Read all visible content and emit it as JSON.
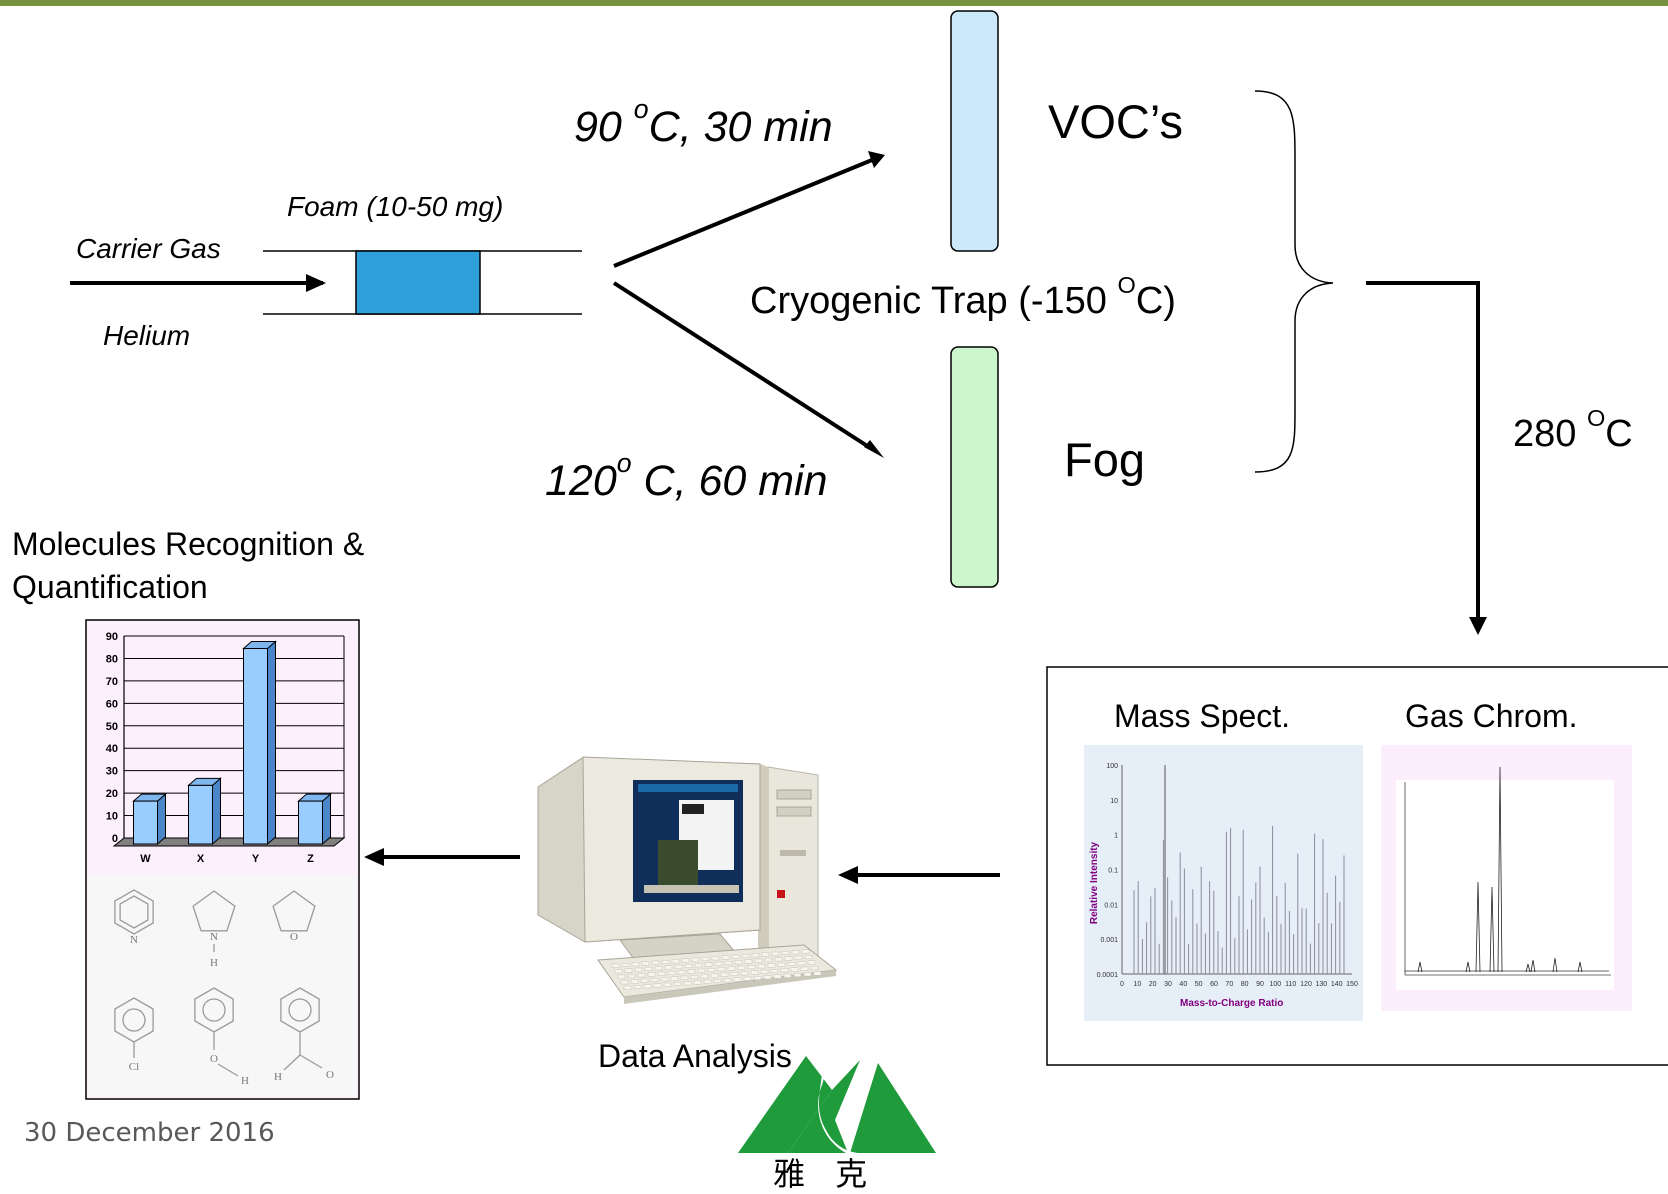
{
  "top_bar_color": "#76923c",
  "inputs": {
    "foam": "Foam (10-50 mg)",
    "carrier_gas": "Carrier Gas",
    "helium": "Helium"
  },
  "conditions": {
    "voc": {
      "value": "90",
      "deg": "o",
      "rest": "C, 30 min"
    },
    "fog": {
      "value": "120",
      "deg": "o",
      "rest": " C, 60 min"
    }
  },
  "trap": {
    "voc_label": "VOC’s",
    "fog_label": "Fog",
    "cryo_label_a": "Cryogenic Trap (-150 ",
    "cryo_deg": "O",
    "cryo_label_b": "C)",
    "voc_color": "#cce9fb",
    "fog_color": "#ccf7cc"
  },
  "desorb": {
    "value": "280 ",
    "deg": "O",
    "unit": "C"
  },
  "instruments": {
    "mass_spec": "Mass Spect.",
    "gas_chrom": "Gas Chrom.",
    "ms_ylabel": "Relative Intensity",
    "ms_xlabel": "Mass-to-Charge Ratio",
    "ms_yticks": [
      "100",
      "10",
      "1",
      "0.1",
      "0.01",
      "0.001",
      "0.0001"
    ],
    "ms_xticks": [
      "0",
      "10",
      "20",
      "30",
      "40",
      "50",
      "60",
      "70",
      "80",
      "90",
      "100",
      "110",
      "120",
      "130",
      "140",
      "150"
    ]
  },
  "analysis": {
    "data_analysis": "Data Analysis"
  },
  "result": {
    "title_line1": "Molecules Recognition &",
    "title_line2": "Quantification",
    "mol_labels": [
      "N",
      "N",
      "H",
      "O",
      "Cl",
      "O",
      "H",
      "H",
      "O"
    ]
  },
  "chart_data": {
    "type": "bar",
    "categories": [
      "W",
      "X",
      "Y",
      "Z"
    ],
    "values": [
      20,
      27,
      88,
      20
    ],
    "ylim": [
      0,
      90
    ],
    "yticks": [
      0,
      10,
      20,
      30,
      40,
      50,
      60,
      70,
      80,
      90
    ],
    "grid": true,
    "bar_color": "#99ccff"
  },
  "footer": {
    "date": "30 December 2016"
  },
  "logo": {
    "text": "雅 克"
  }
}
